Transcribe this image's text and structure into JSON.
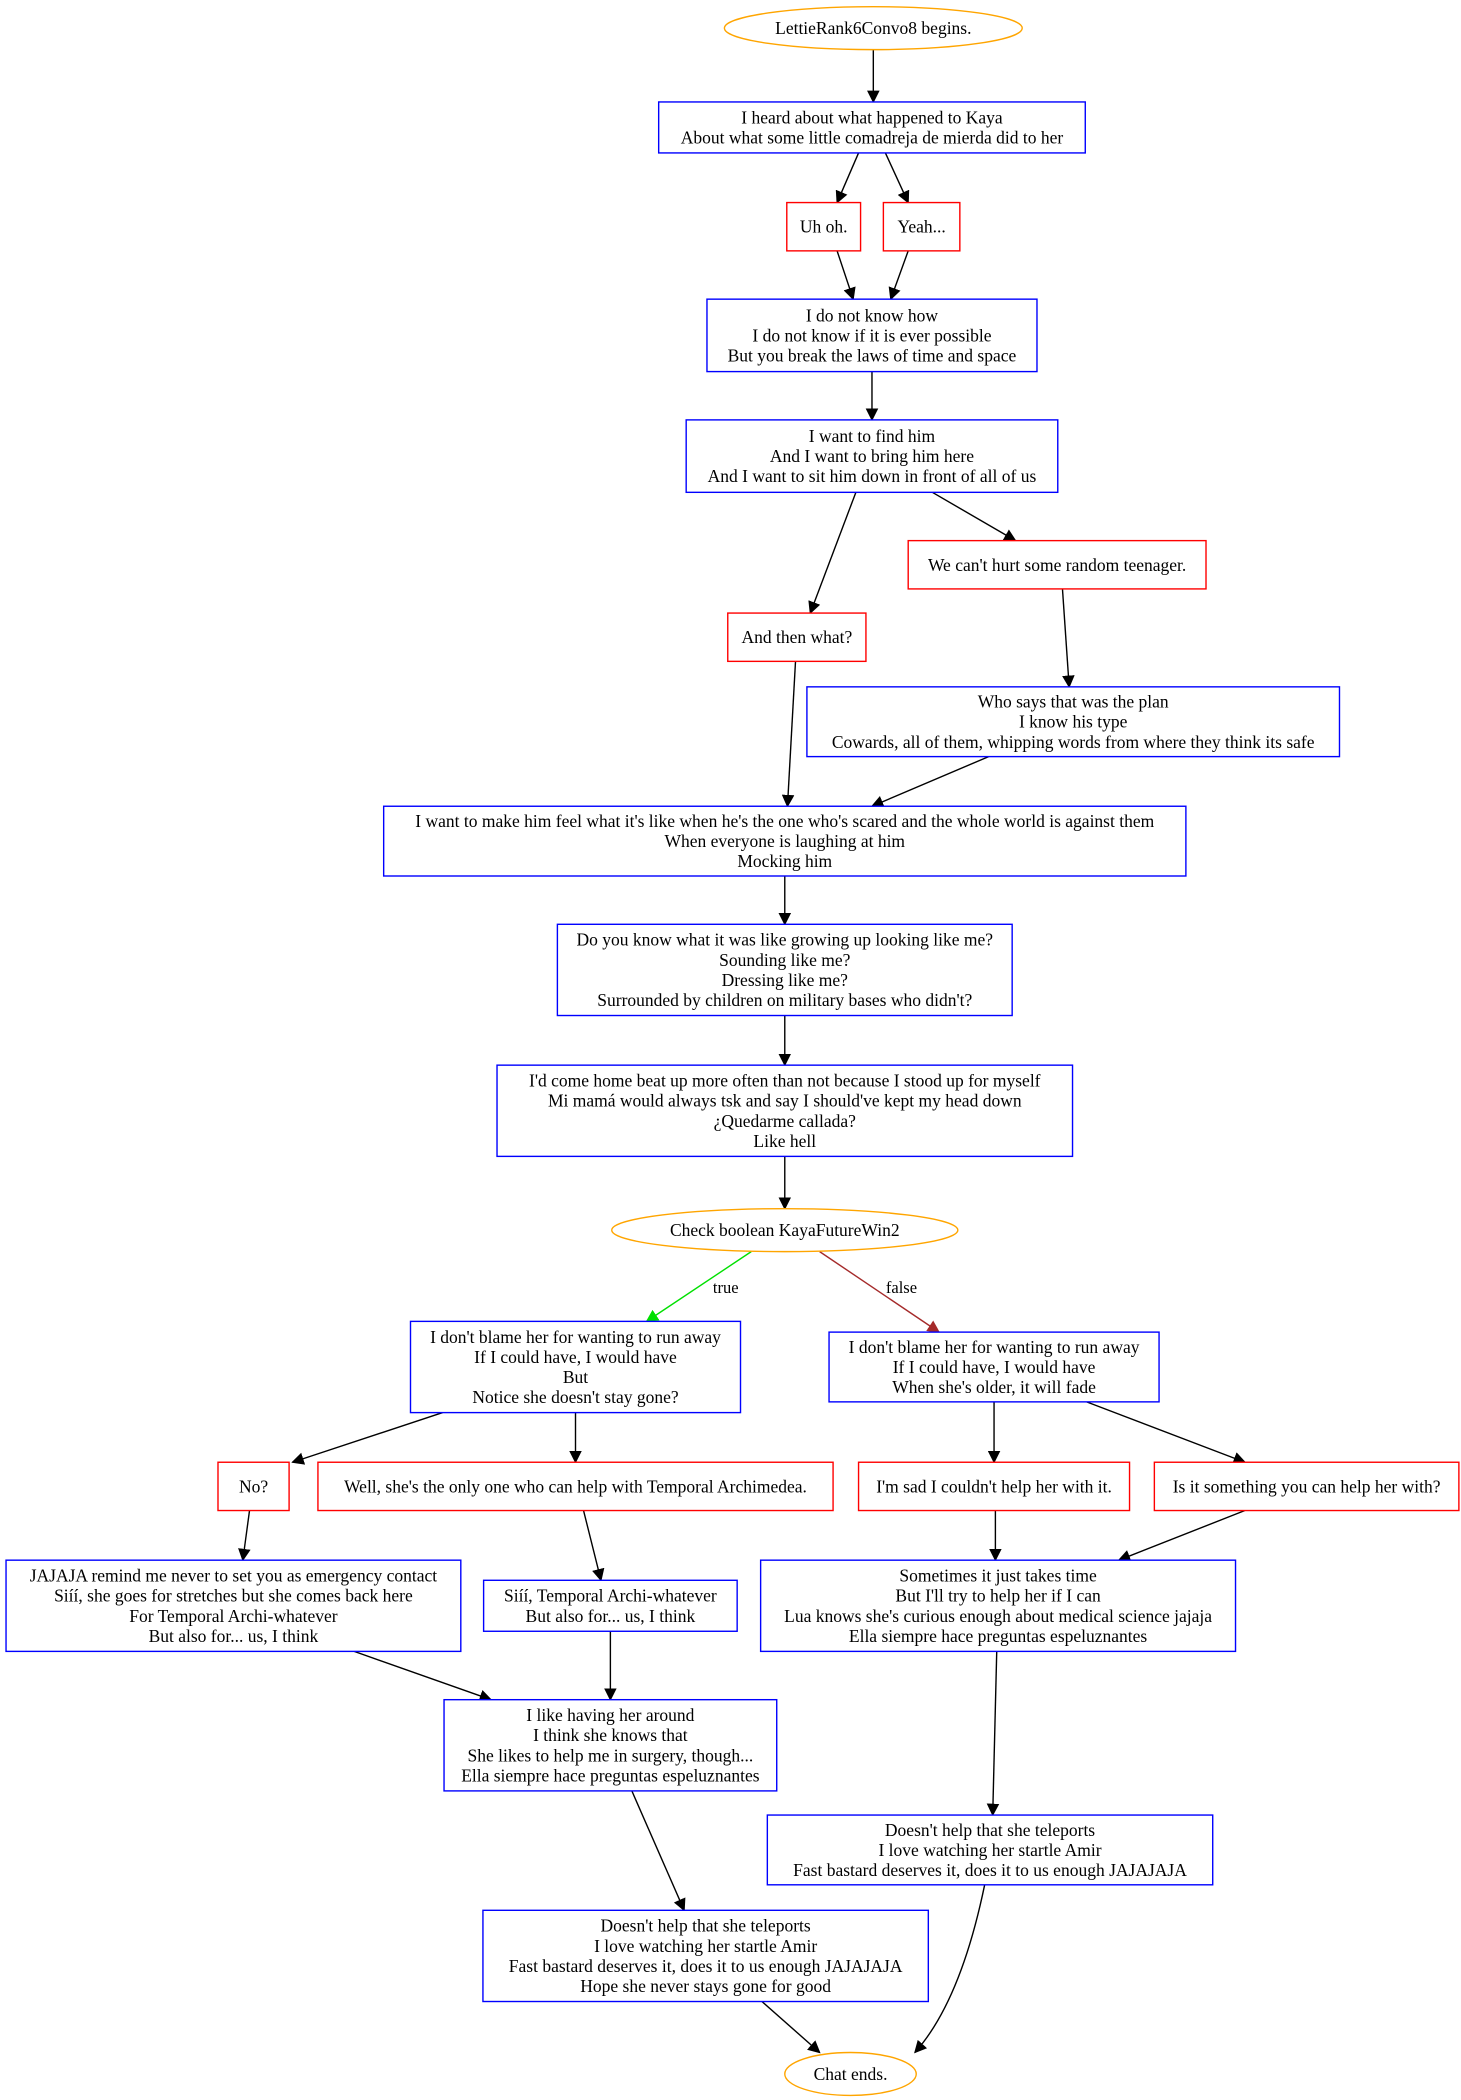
{
  "nodes": [
    {
      "id": "start",
      "kind": "terminal",
      "lines": [
        "LettieRank6Convo8 begins."
      ]
    },
    {
      "id": "n1",
      "kind": "npc",
      "lines": [
        "I heard about what happened to Kaya",
        "About what some little comadreja de mierda did to her"
      ]
    },
    {
      "id": "c1",
      "kind": "choice",
      "lines": [
        "Uh oh."
      ]
    },
    {
      "id": "c2",
      "kind": "choice",
      "lines": [
        "Yeah..."
      ]
    },
    {
      "id": "n2",
      "kind": "npc",
      "lines": [
        "I do not know how",
        "I do not know if it is ever possible",
        "But you break the laws of time and space"
      ]
    },
    {
      "id": "n3",
      "kind": "npc",
      "lines": [
        "I want to find him",
        "And I want to bring him here",
        "And I want to sit him down in front of all of us"
      ]
    },
    {
      "id": "c3",
      "kind": "choice",
      "lines": [
        "We can't hurt some random teenager."
      ]
    },
    {
      "id": "c4",
      "kind": "choice",
      "lines": [
        "And then what?"
      ]
    },
    {
      "id": "n4",
      "kind": "npc",
      "lines": [
        "Who says that was the plan",
        "I know his type",
        "Cowards, all of them, whipping words from where they think its safe"
      ]
    },
    {
      "id": "n5",
      "kind": "npc",
      "lines": [
        "I want to make him feel what it's like when he's the one who's scared and the whole world is against them",
        "When everyone is laughing at him",
        "Mocking him"
      ]
    },
    {
      "id": "n6",
      "kind": "npc",
      "lines": [
        "Do you know what it was like growing up looking like me?",
        "Sounding like me?",
        "Dressing like me?",
        "Surrounded by children on military bases who didn't?"
      ]
    },
    {
      "id": "n7",
      "kind": "npc",
      "lines": [
        "I'd come home beat up more often than not because I stood up for myself",
        "Mi mamá would always tsk and say I should've kept my head down",
        "¿Quedarme callada?",
        "Like hell"
      ]
    },
    {
      "id": "check",
      "kind": "terminal",
      "lines": [
        "Check boolean KayaFutureWin2"
      ]
    },
    {
      "id": "n8",
      "kind": "npc",
      "lines": [
        "I don't blame her for wanting to run away",
        "If I could have, I would have",
        "But",
        "Notice she doesn't stay gone?"
      ]
    },
    {
      "id": "n9",
      "kind": "npc",
      "lines": [
        "I don't blame her for wanting to run away",
        "If I could have, I would have",
        "When she's older, it will fade"
      ]
    },
    {
      "id": "c5",
      "kind": "choice",
      "lines": [
        "No?"
      ]
    },
    {
      "id": "c6",
      "kind": "choice",
      "lines": [
        "Well, she's the only one who can help with Temporal Archimedea."
      ]
    },
    {
      "id": "c7",
      "kind": "choice",
      "lines": [
        "I'm sad I couldn't help her with it."
      ]
    },
    {
      "id": "c8",
      "kind": "choice",
      "lines": [
        "Is it something you can help her with?"
      ]
    },
    {
      "id": "n10",
      "kind": "npc",
      "lines": [
        "JAJAJA remind me never to set you as emergency contact",
        "Siíí, she goes for stretches but she comes back here",
        "For Temporal Archi-whatever",
        "But also for... us, I think"
      ]
    },
    {
      "id": "n11",
      "kind": "npc",
      "lines": [
        "Siíí, Temporal Archi-whatever",
        "But also for... us, I think"
      ]
    },
    {
      "id": "n12",
      "kind": "npc",
      "lines": [
        "Sometimes it just takes time",
        "But I'll try to help her if I can",
        "Lua knows she's curious enough about medical science jajaja",
        "Ella siempre hace preguntas espeluznantes"
      ]
    },
    {
      "id": "n13",
      "kind": "npc",
      "lines": [
        "I like having her around",
        "I think she knows that",
        "She likes to help me in surgery, though...",
        "Ella siempre hace preguntas espeluznantes"
      ]
    },
    {
      "id": "n14",
      "kind": "npc",
      "lines": [
        "Doesn't help that she teleports",
        "I love watching her startle Amir",
        "Fast bastard deserves it, does it to us enough JAJAJAJA"
      ]
    },
    {
      "id": "n15",
      "kind": "npc",
      "lines": [
        "Doesn't help that she teleports",
        "I love watching her startle Amir",
        "Fast bastard deserves it, does it to us enough JAJAJAJA",
        "Hope she never stays gone for good"
      ]
    },
    {
      "id": "end",
      "kind": "terminal",
      "lines": [
        "Chat ends."
      ]
    }
  ],
  "edges": [
    {
      "from": "start",
      "to": "n1"
    },
    {
      "from": "n1",
      "to": "c1"
    },
    {
      "from": "n1",
      "to": "c2"
    },
    {
      "from": "c1",
      "to": "n2"
    },
    {
      "from": "c2",
      "to": "n2"
    },
    {
      "from": "n2",
      "to": "n3"
    },
    {
      "from": "n3",
      "to": "c3"
    },
    {
      "from": "n3",
      "to": "c4"
    },
    {
      "from": "c3",
      "to": "n4"
    },
    {
      "from": "c4",
      "to": "n5"
    },
    {
      "from": "n4",
      "to": "n5"
    },
    {
      "from": "n5",
      "to": "n6"
    },
    {
      "from": "n6",
      "to": "n7"
    },
    {
      "from": "n7",
      "to": "check"
    },
    {
      "from": "check",
      "to": "n8",
      "label": "true",
      "color": "#00e000"
    },
    {
      "from": "check",
      "to": "n9",
      "label": "false",
      "color": "#a52a2a"
    },
    {
      "from": "n8",
      "to": "c5"
    },
    {
      "from": "n8",
      "to": "c6"
    },
    {
      "from": "n9",
      "to": "c7"
    },
    {
      "from": "n9",
      "to": "c8"
    },
    {
      "from": "c5",
      "to": "n10"
    },
    {
      "from": "c6",
      "to": "n11"
    },
    {
      "from": "c7",
      "to": "n12"
    },
    {
      "from": "c8",
      "to": "n12"
    },
    {
      "from": "n10",
      "to": "n13"
    },
    {
      "from": "n11",
      "to": "n13"
    },
    {
      "from": "n13",
      "to": "n15"
    },
    {
      "from": "n12",
      "to": "n14"
    },
    {
      "from": "n15",
      "to": "end"
    },
    {
      "from": "n14",
      "to": "end"
    }
  ],
  "colors": {
    "npc_border": "#0000ff",
    "choice_border": "#ff0000",
    "terminal_border": "#ffa500",
    "edge_default": "#000000"
  }
}
